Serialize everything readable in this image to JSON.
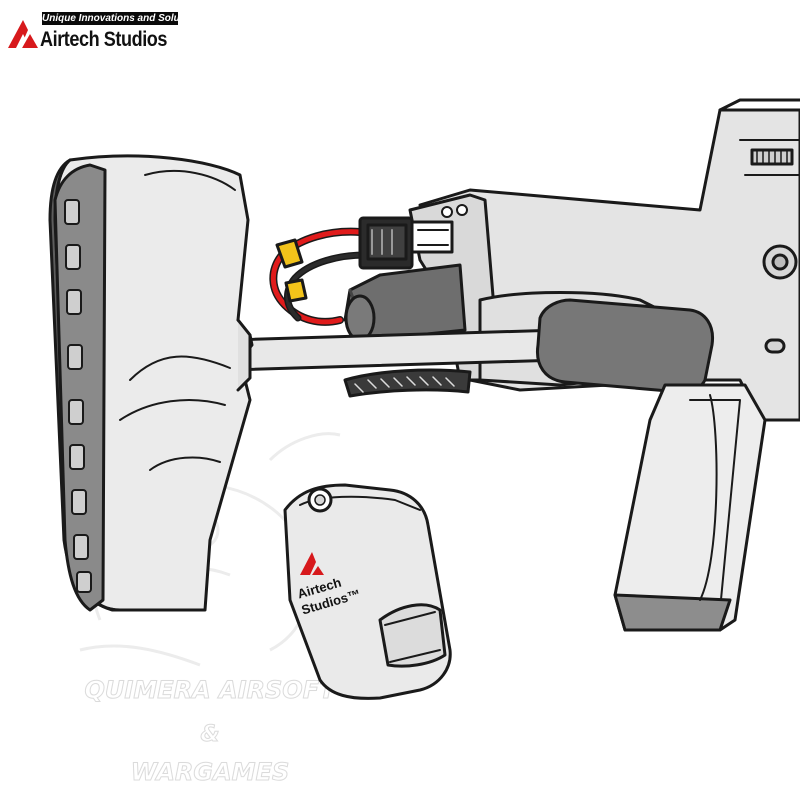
{
  "brand": {
    "tagline": "Unique Innovations and Solutions",
    "name": "Airtech Studios",
    "accent_color": "#d7191c"
  },
  "battery_box": {
    "label_line1": "Airtech",
    "label_line2": "Studios™"
  },
  "watermark": {
    "line1": "QUIMERA AIRSOFT",
    "line2": "&",
    "line3": "WARGAMES"
  },
  "colors": {
    "part_fill": "#e6e6e6",
    "part_dark": "#8c8c8c",
    "outline": "#1a1a1a",
    "wire_red": "#e01b1b",
    "connector_yellow": "#f2c31a"
  }
}
